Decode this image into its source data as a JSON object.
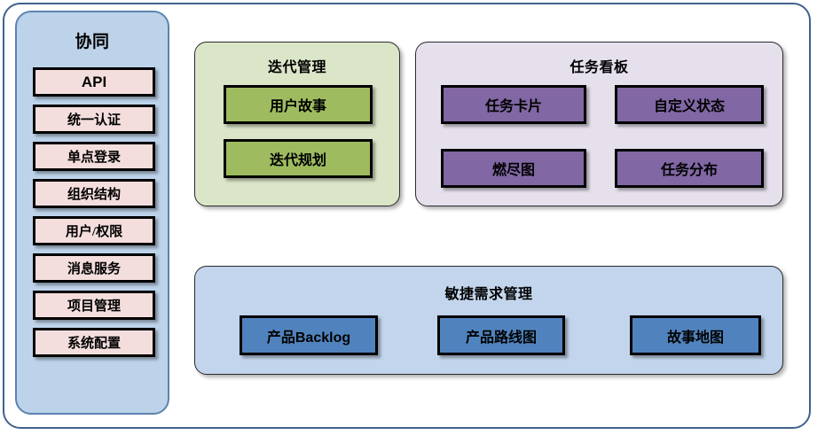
{
  "diagram": {
    "sidebar": {
      "title": "协同",
      "items": [
        {
          "label": "API",
          "style": "latin-bold"
        },
        {
          "label": "统一认证"
        },
        {
          "label": "单点登录"
        },
        {
          "label": "组织结构"
        },
        {
          "label": "用户/权限"
        },
        {
          "label": "消息服务"
        },
        {
          "label": "项目管理"
        },
        {
          "label": "系统配置"
        }
      ],
      "colors": {
        "panel": "#bdd3ea",
        "panel_border": "#5b83b0",
        "chip": "#f4dedd",
        "chip_border": "#000000"
      }
    },
    "iteration": {
      "title": "迭代管理",
      "items": [
        {
          "label": "用户故事"
        },
        {
          "label": "迭代规划"
        }
      ],
      "colors": {
        "panel": "#dbe5c8",
        "box": "#9ebc5f"
      }
    },
    "taskboard": {
      "title": "任务看板",
      "items": [
        {
          "label": "任务卡片"
        },
        {
          "label": "自定义状态"
        },
        {
          "label": "燃尽图"
        },
        {
          "label": "任务分布"
        }
      ],
      "colors": {
        "panel": "#e6e0ec",
        "box": "#8167a4"
      }
    },
    "agile": {
      "title": "敏捷需求管理",
      "items": [
        {
          "label": "产品Backlog"
        },
        {
          "label": "产品路线图"
        },
        {
          "label": "故事地图"
        }
      ],
      "colors": {
        "panel": "#c2d5ec",
        "box": "#5083bd"
      }
    },
    "frame": {
      "border_color": "#41618e",
      "background": "#ffffff"
    }
  }
}
